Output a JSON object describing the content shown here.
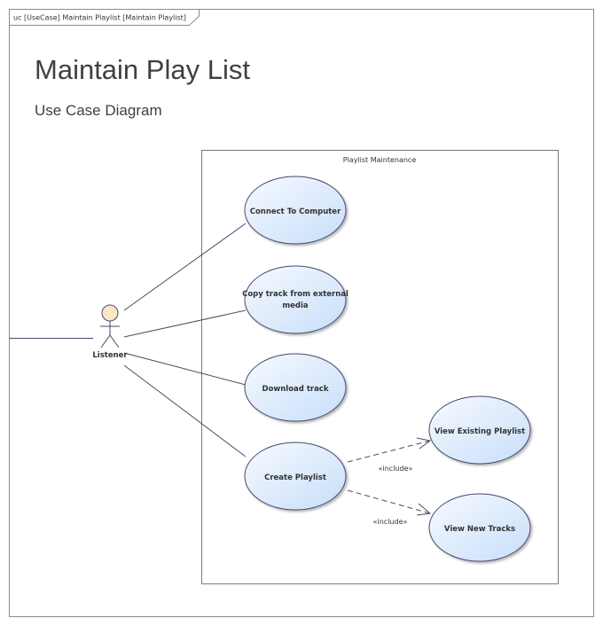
{
  "frame": {
    "tab_label": "uc [UseCase] Maintain Playlist [Maintain Playlist]"
  },
  "title": "Maintain Play List",
  "subtitle": "Use Case Diagram",
  "boundary": {
    "label": "Playlist Maintenance"
  },
  "actor": {
    "label": "Listener"
  },
  "use_cases": {
    "connect": {
      "line1": "Connect To Computer",
      "line2": ""
    },
    "copy": {
      "line1": "Copy track from external",
      "line2": "media"
    },
    "download": {
      "line1": "Download track",
      "line2": ""
    },
    "create": {
      "line1": "Create Playlist",
      "line2": ""
    },
    "view_existing": {
      "line1": "View Existing Playlist",
      "line2": ""
    },
    "view_new": {
      "line1": "View New Tracks",
      "line2": ""
    }
  },
  "relations": {
    "include_1": "«include»",
    "include_2": "«include»"
  },
  "colors": {
    "usecase_fill_light": "#f4f9ff",
    "usecase_fill_dark": "#c9e0fa",
    "actor_head_fill": "#fbe6c8",
    "line": "#4a4a6a"
  }
}
